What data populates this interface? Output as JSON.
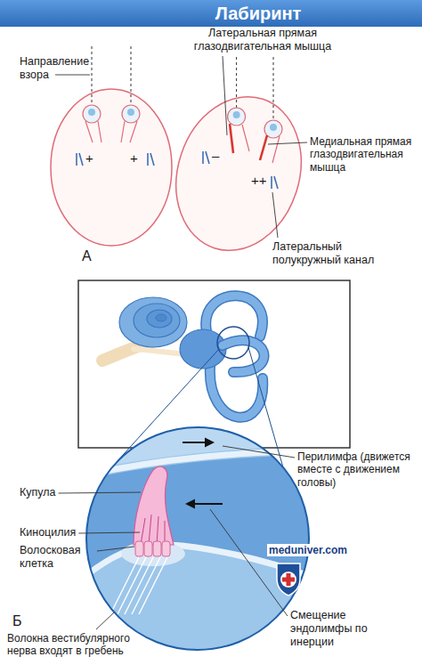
{
  "diagram": {
    "title": "Лабиринт",
    "labels": [
      "Направление взора",
      "Латеральная прямая глазодвигательная мышца",
      "+",
      "+",
      "Медиальная прямая глазодвигательная мышца",
      "–",
      "++",
      "А",
      "Латеральный полукружный канал",
      "Перилимфа (движется вместе с движением головы)",
      "Купула",
      "Киноцилия",
      "Волосковая клетка",
      "meduniver.com",
      "Б",
      "Смещение эндолимфы по инерции",
      "Волокна вестибулярного нерва входят в гребень"
    ]
  }
}
